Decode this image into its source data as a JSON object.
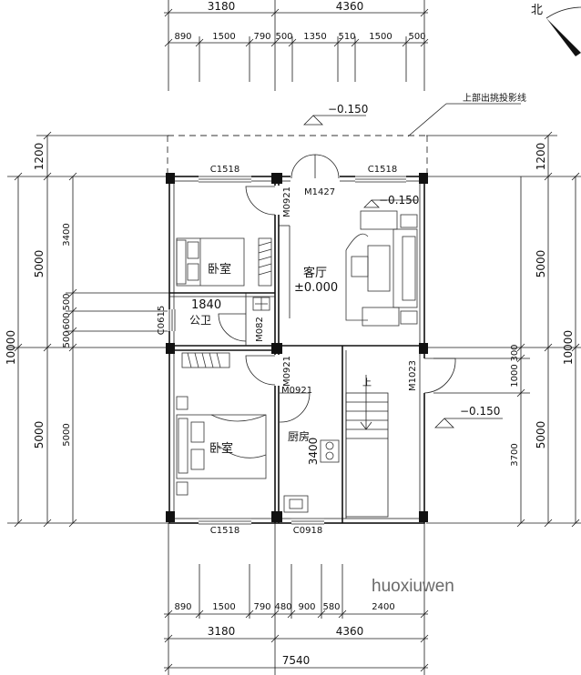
{
  "north": "北",
  "dimensions": {
    "top_totals": [
      "3180",
      "4360"
    ],
    "top_segments": [
      "890",
      "1500",
      "790",
      "500",
      "1350",
      "510",
      "1500",
      "500"
    ],
    "bottom_segments": [
      "890",
      "1500",
      "790",
      "480",
      "900",
      "580",
      "2400"
    ],
    "bottom_totals": [
      "3180",
      "4360"
    ],
    "bottom_overall": "7540",
    "left_outer": "10000",
    "left_mid": [
      "1200",
      "5000",
      "5000"
    ],
    "left_inner": [
      "3400",
      "500",
      "600",
      "500",
      "5000"
    ],
    "right_outer": "10000",
    "right_mid": [
      "1200",
      "5000",
      "5000"
    ],
    "right_inner": [
      "1000",
      "300",
      "3700"
    ]
  },
  "annotations": {
    "eave_line": "上部出挑投影线",
    "level_top": "−0.150",
    "level_living": "−0.150",
    "level_right": "−0.150",
    "stair_up": "上"
  },
  "rooms": {
    "bedroom_1": "卧室",
    "bedroom_2": "卧室",
    "living": "客厅",
    "living_level": "±0.000",
    "bathroom": "公卫",
    "bathroom_width": "1840",
    "kitchen": "厨房",
    "kitchen_dim": "3400"
  },
  "openings": {
    "window_top_left": "C1518",
    "window_top_right": "C1518",
    "window_bottom_left": "C1518",
    "window_bath": "C0615",
    "window_kitchen": "C0918",
    "door_main": "M1427",
    "door_bed1": "M0921",
    "door_bath": "M082",
    "door_bed2": "M0921",
    "door_kitchen": "M0921",
    "door_stair": "M1023"
  },
  "watermark": "huoxiuwen"
}
